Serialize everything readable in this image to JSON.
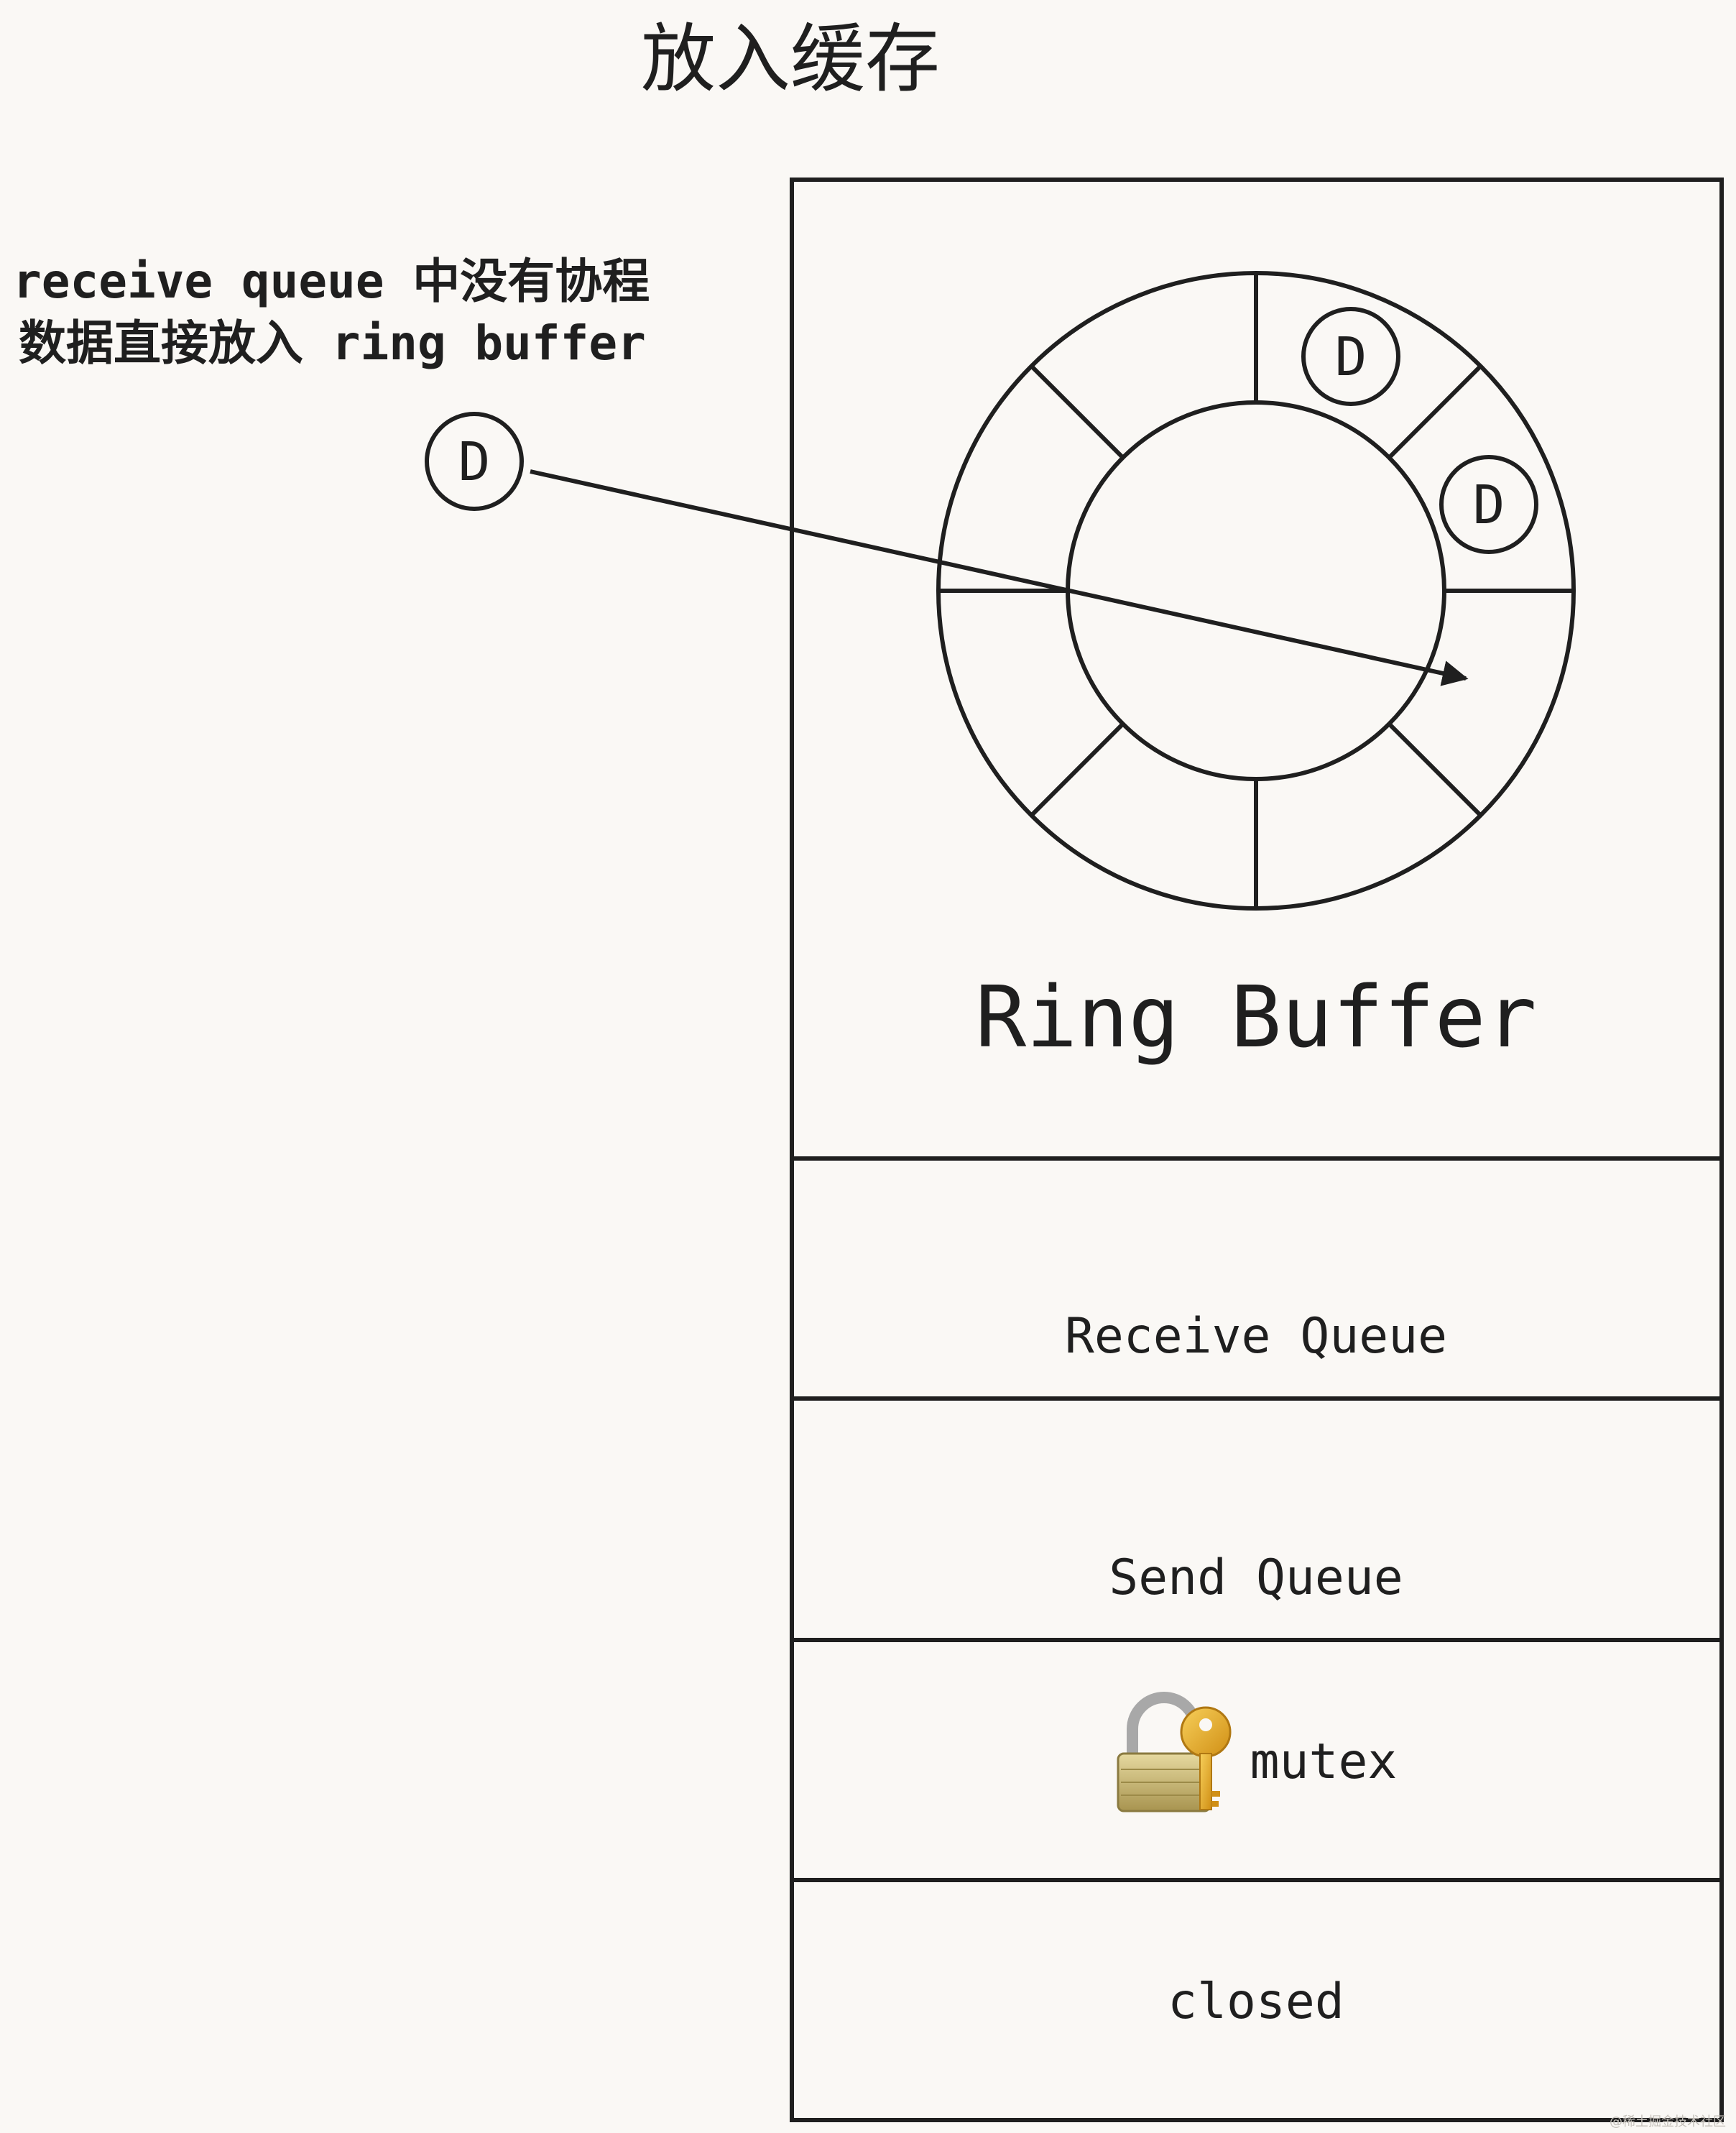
{
  "title": "放入缓存",
  "note": {
    "line1": "receive queue 中没有协程",
    "line2": "数据直接放入 ring buffer"
  },
  "incoming_item": {
    "label": "D"
  },
  "ring_buffer": {
    "label": "Ring Buffer",
    "filled_items": [
      "D",
      "D"
    ]
  },
  "sections": {
    "receive_queue": "Receive Queue",
    "send_queue": "Send Queue",
    "mutex": {
      "label": "mutex",
      "icon": "lock-key-icon"
    },
    "closed": "closed"
  },
  "watermark": "@稀土掘金技术社区",
  "colors": {
    "background": "#faf8f5",
    "stroke": "#1f1f1f",
    "lock_body": "#c9b56a",
    "key": "#e3a92a"
  }
}
